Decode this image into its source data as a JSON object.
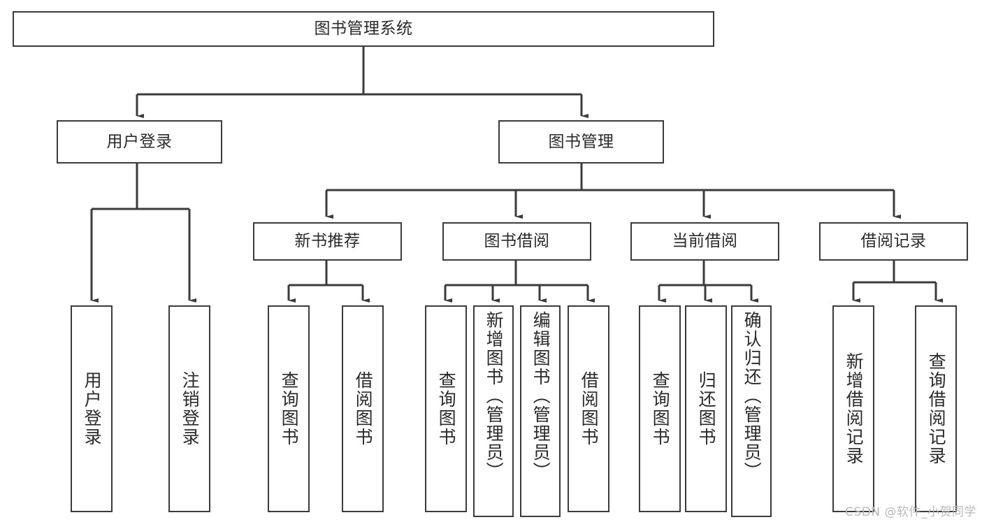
{
  "diagram": {
    "title": "图书管理系统",
    "type": "tree",
    "watermark": "CSDN @软件_小贺同学",
    "colors": {
      "box_border": "#3b3b3b",
      "box_fill": "#ffffff",
      "edge": "#3b3b3b",
      "text": "#2a2a2a",
      "watermark": "#b9b9b9",
      "background": "#ffffff"
    },
    "root": {
      "label": "图书管理系统"
    },
    "level2": [
      {
        "label": "用户登录"
      },
      {
        "label": "图书管理"
      }
    ],
    "level3": [
      {
        "label": "新书推荐"
      },
      {
        "label": "图书借阅"
      },
      {
        "label": "当前借阅"
      },
      {
        "label": "借阅记录"
      }
    ],
    "leaves": {
      "user_login": [
        {
          "label": "用户登录"
        },
        {
          "label": "注销登录"
        }
      ],
      "new_book_recommend": [
        {
          "label": "查询图书"
        },
        {
          "label": "借阅图书"
        }
      ],
      "book_borrow": [
        {
          "label": "查询图书"
        },
        {
          "label": "新增图书（管理员）"
        },
        {
          "label": "编辑图书（管理员）"
        },
        {
          "label": "借阅图书"
        }
      ],
      "current_borrow": [
        {
          "label": "查询图书"
        },
        {
          "label": "归还图书"
        },
        {
          "label": "确认归还（管理员）"
        }
      ],
      "borrow_records": [
        {
          "label": "新增借阅记录"
        },
        {
          "label": "查询借阅记录"
        }
      ]
    }
  }
}
